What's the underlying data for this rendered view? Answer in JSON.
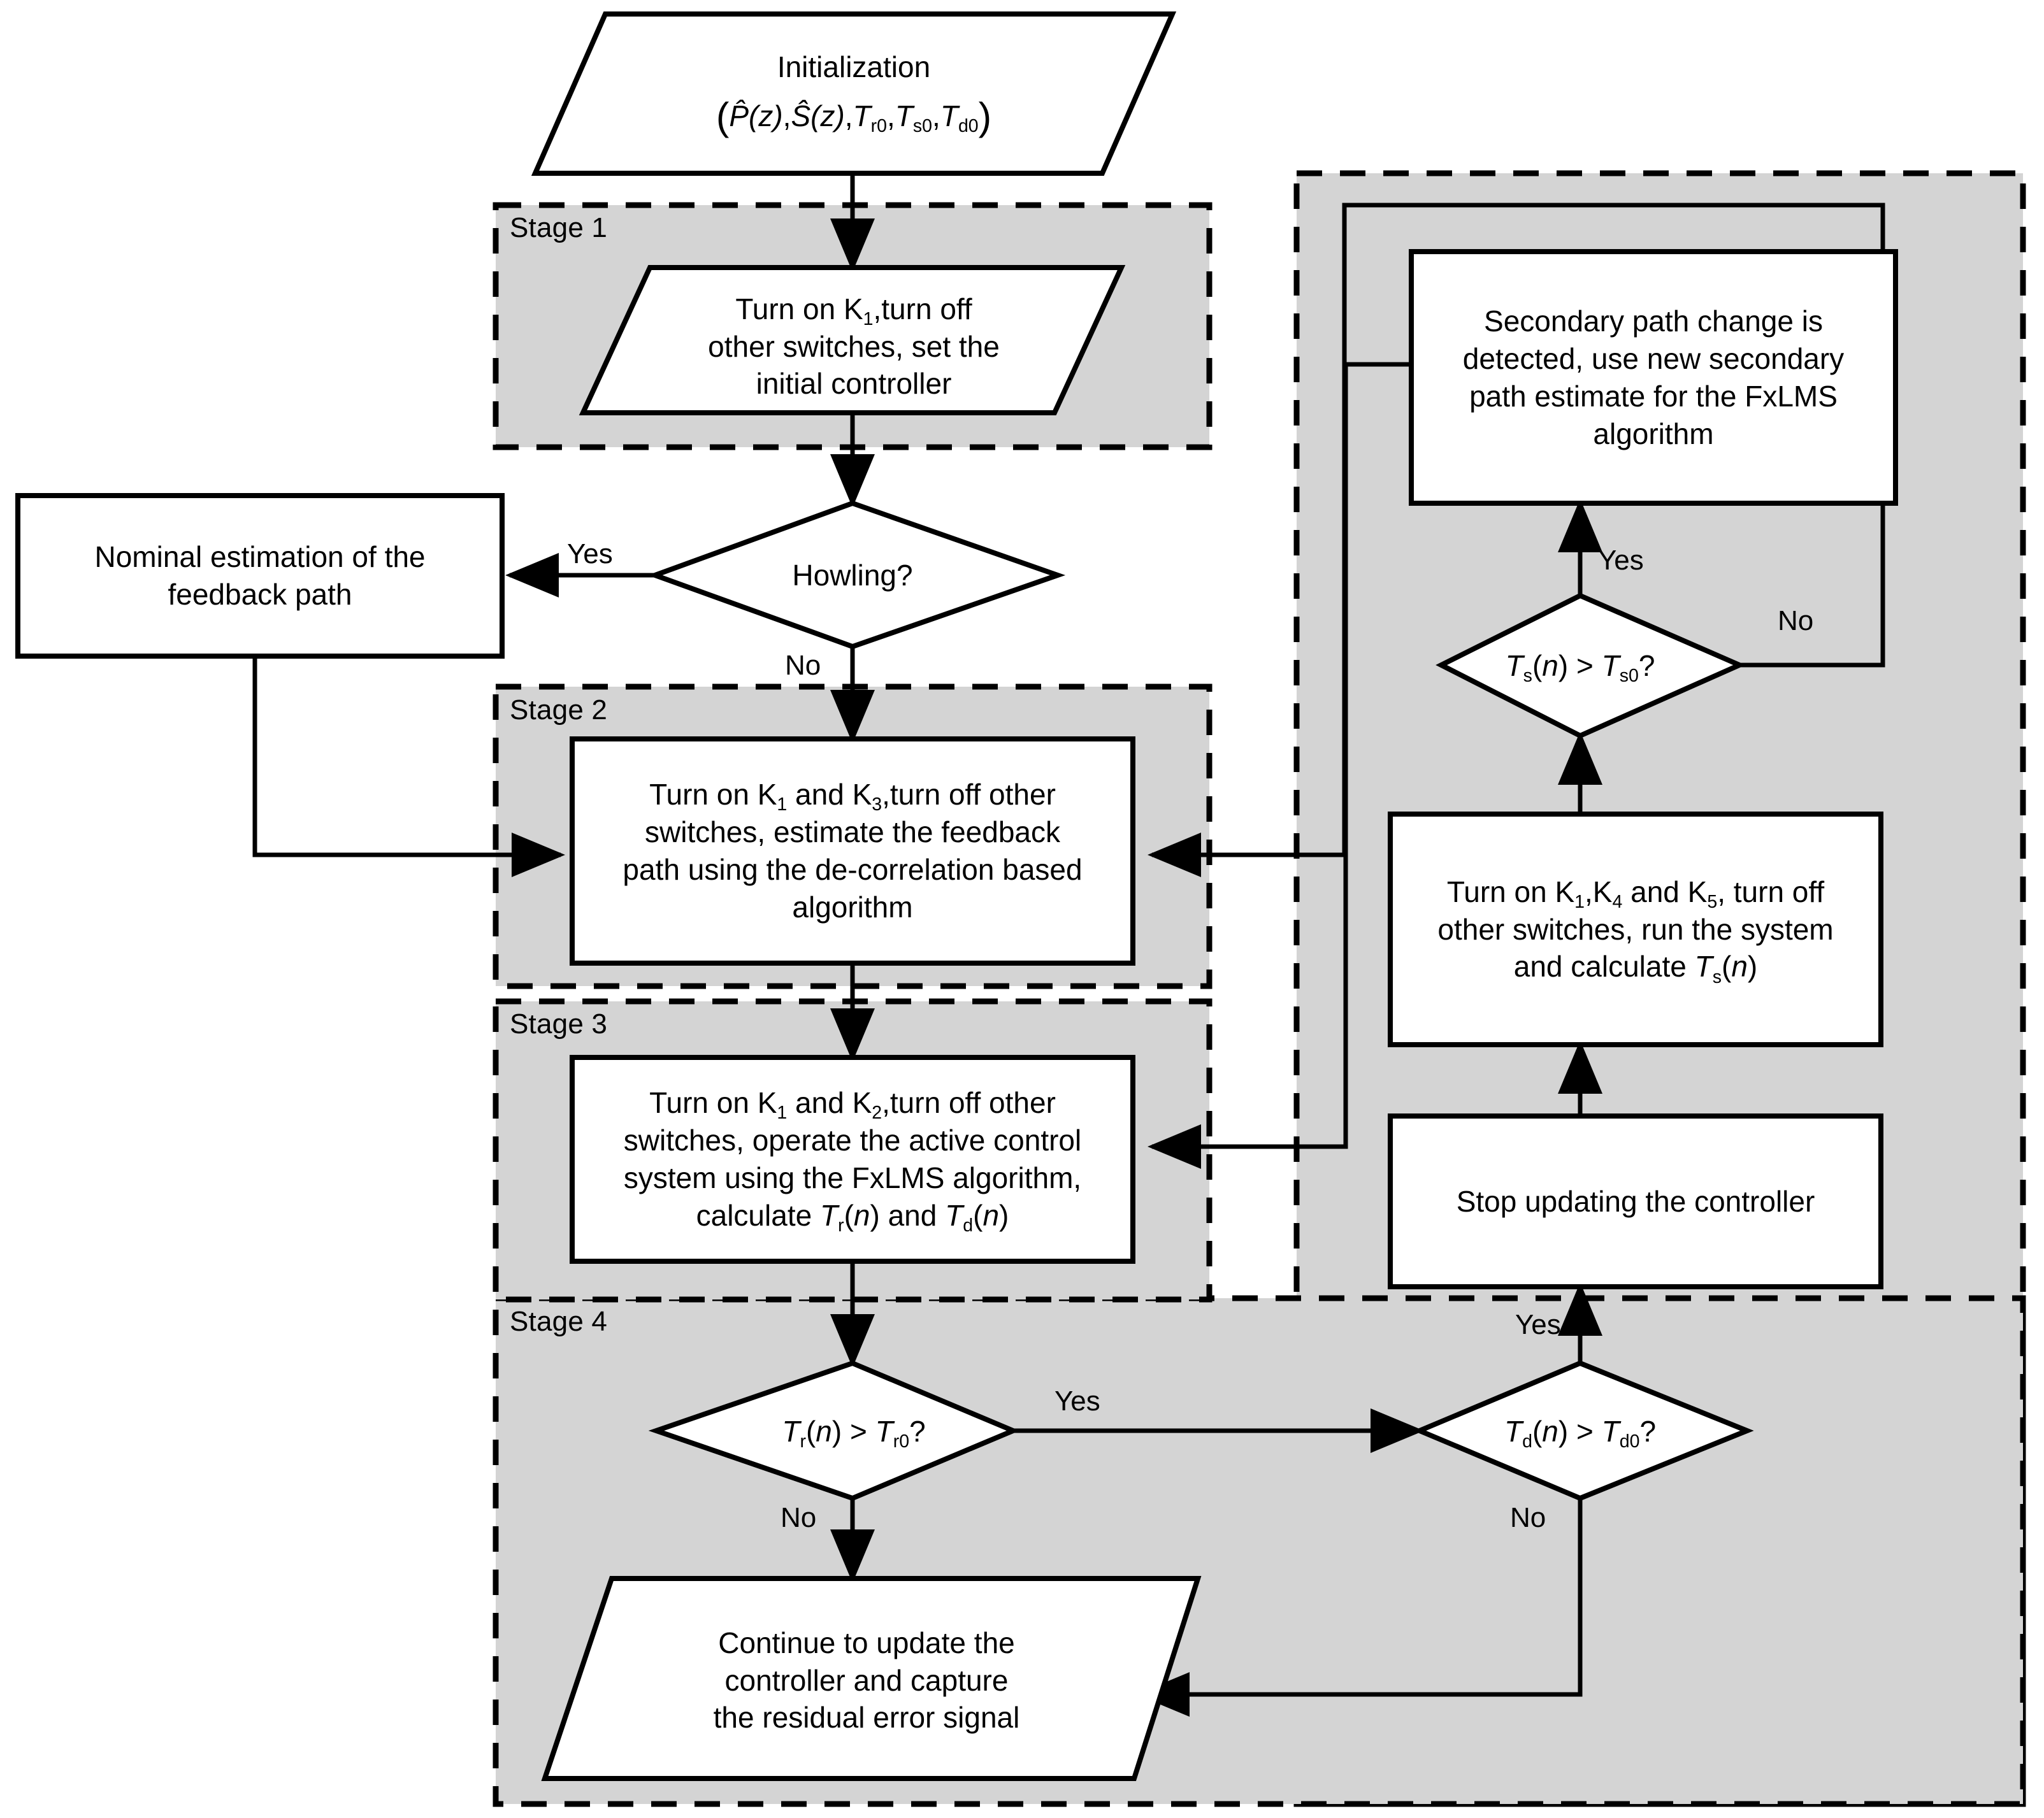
{
  "diagram": {
    "title": "Four-stage adaptive active noise control algorithm flowchart",
    "colors": {
      "stage_fill": "#d4d4d4",
      "node_fill": "#ffffff",
      "stroke": "#000000",
      "page_background": "#ffffff"
    },
    "stage_labels": [
      "Stage 1",
      "Stage 2",
      "Stage 3",
      "Stage 4"
    ],
    "nodes": {
      "initialization": {
        "shape": "parallelogram",
        "line1": "Initialization",
        "line2": "(P̂(z), Ŝ(z), T",
        "formula_plain": "(P̂(z),Ŝ(z),Tr0,Ts0,Td0)"
      },
      "stage1_action": {
        "shape": "parallelogram",
        "text": "Turn on K₁,turn off other switches, set the initial controller"
      },
      "howling_decision": {
        "shape": "diamond",
        "text": "Howling?"
      },
      "nominal_estimation": {
        "shape": "rectangle",
        "text": "Nominal estimation of the feedback path"
      },
      "stage2_action": {
        "shape": "rectangle",
        "text": "Turn on K₁ and K₃,turn off other switches, estimate the feedback path using the de-correlation based algorithm"
      },
      "stage3_action": {
        "shape": "rectangle",
        "text": "Turn on K₁ and K₂,turn off other switches, operate the active control system using the FxLMS algorithm, calculate Tᵣ(n) and Td(n)"
      },
      "secondary_path_change": {
        "shape": "rectangle",
        "text": "Secondary path change is detected, use new secondary path estimate for the FxLMS algorithm"
      },
      "ts_decision": {
        "shape": "diamond",
        "text": "Tₛ(n) > Tₛ₀?"
      },
      "stage_k1k4k5_action": {
        "shape": "rectangle",
        "text": "Turn on K₁,K₄ and K₅, turn off other switches, run the system and calculate Tₛ(n)"
      },
      "stop_updating": {
        "shape": "rectangle",
        "text": "Stop updating the controller"
      },
      "tr_decision": {
        "shape": "diamond",
        "text": "Tᵣ(n) > Tᵣ₀?"
      },
      "td_decision": {
        "shape": "diamond",
        "text": "Td(n) > Td₀?"
      },
      "continue_update": {
        "shape": "parallelogram",
        "text": "Continue to update the controller and capture the residual error signal"
      }
    },
    "edge_labels": {
      "howling_yes": "Yes",
      "howling_no": "No",
      "ts_yes": "Yes",
      "ts_no": "No",
      "tr_yes": "Yes",
      "tr_no": "No",
      "td_yes": "Yes",
      "td_no": "No"
    }
  }
}
